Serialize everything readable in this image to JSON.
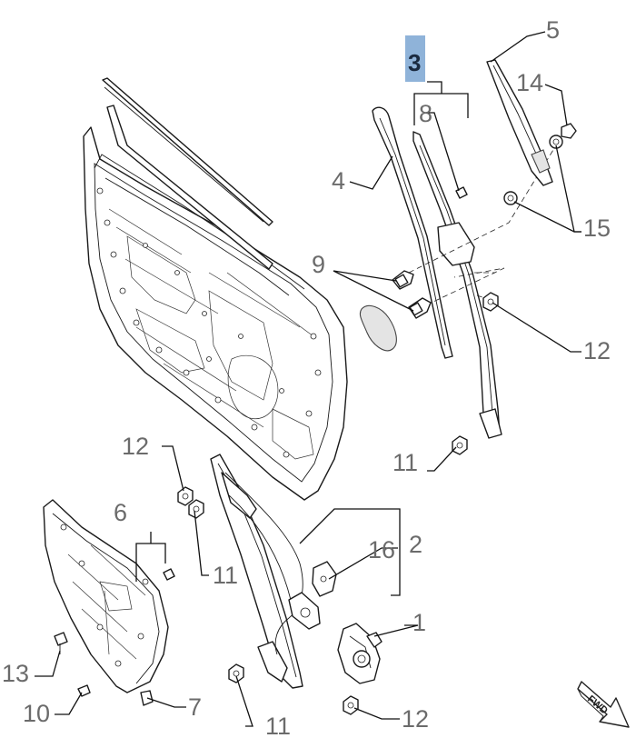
{
  "diagram": {
    "highlight_color": "#8fb3d9",
    "callout_color": "#6b6b6b",
    "callouts": [
      {
        "id": "c3",
        "label": "3",
        "highlighted": true
      },
      {
        "id": "c5",
        "label": "5"
      },
      {
        "id": "c14",
        "label": "14"
      },
      {
        "id": "c8",
        "label": "8"
      },
      {
        "id": "c4",
        "label": "4"
      },
      {
        "id": "c15",
        "label": "15"
      },
      {
        "id": "c9",
        "label": "9"
      },
      {
        "id": "c12a",
        "label": "12"
      },
      {
        "id": "c11a",
        "label": "11"
      },
      {
        "id": "c12b",
        "label": "12"
      },
      {
        "id": "c6",
        "label": "6"
      },
      {
        "id": "c11b",
        "label": "11"
      },
      {
        "id": "c16",
        "label": "16"
      },
      {
        "id": "c2",
        "label": "2"
      },
      {
        "id": "c1",
        "label": "1"
      },
      {
        "id": "c13",
        "label": "13"
      },
      {
        "id": "c10",
        "label": "10"
      },
      {
        "id": "c7",
        "label": "7"
      },
      {
        "id": "c11c",
        "label": "11"
      },
      {
        "id": "c12c",
        "label": "12"
      }
    ],
    "direction_badge": {
      "label": "FWD",
      "icon": "arrow-forward-icon"
    }
  }
}
